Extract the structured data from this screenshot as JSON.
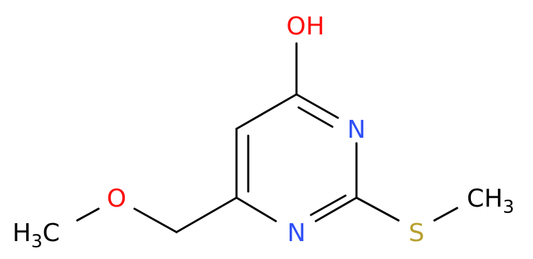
{
  "molecule": {
    "atoms": {
      "hydroxyl": {
        "text": "OH",
        "color": "#ff0d0d"
      },
      "nitrogen_top": {
        "text": "N",
        "color": "#3050f8"
      },
      "nitrogen_bottom": {
        "text": "N",
        "color": "#3050f8"
      },
      "sulfur": {
        "text": "S",
        "color": "#b8a030"
      },
      "ether_oxygen": {
        "text": "O",
        "color": "#ff0d0d"
      },
      "methyl_s": {
        "element": "CH",
        "subscript": "3",
        "color": "#000000"
      },
      "methyl_o": {
        "element": "H",
        "subscript": "3",
        "carbon": "C",
        "color": "#000000"
      }
    },
    "bond_color": "#000000"
  }
}
